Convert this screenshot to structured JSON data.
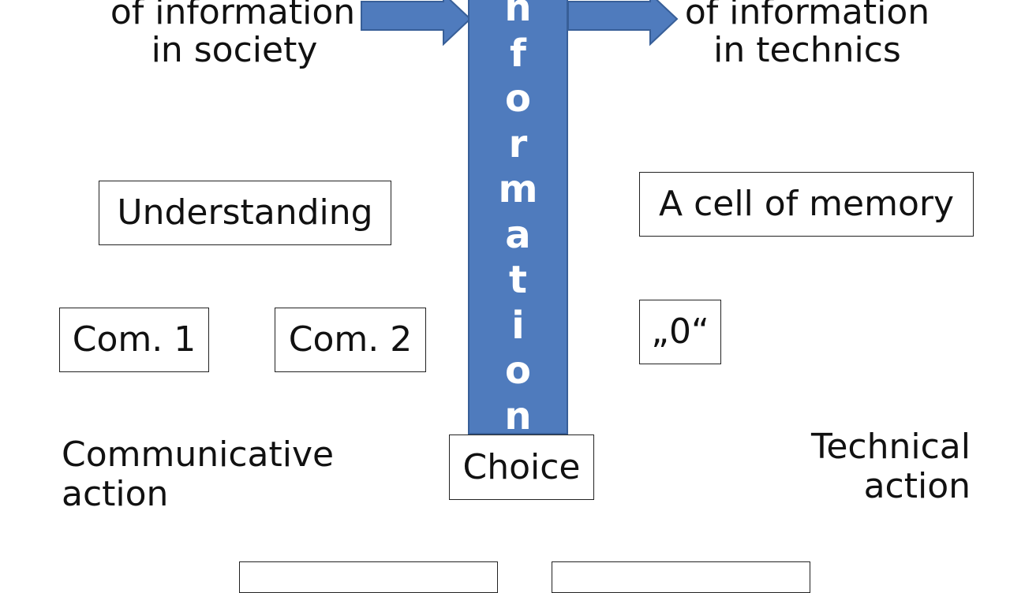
{
  "diagram": {
    "left_heading_lines": [
      "of information",
      "in society"
    ],
    "right_heading_lines": [
      "of information",
      "in technics"
    ],
    "central_word": "information",
    "center_letters": [
      "n",
      "f",
      "o",
      "r",
      "m",
      "a",
      "t",
      "i",
      "o",
      "n"
    ],
    "boxes": {
      "understanding": "Understanding",
      "cell_of_memory": "A cell of memory",
      "com1": "Com. 1",
      "com2": "Com. 2",
      "zero": "„0“",
      "choice": "Choice"
    },
    "left_action_lines": [
      "Communicative",
      "action"
    ],
    "right_action_lines": [
      "Technical",
      "action"
    ],
    "colors": {
      "column_fill": "#4f7bbd",
      "column_border": "#385f98",
      "text": "#111111",
      "background": "#ffffff"
    }
  }
}
